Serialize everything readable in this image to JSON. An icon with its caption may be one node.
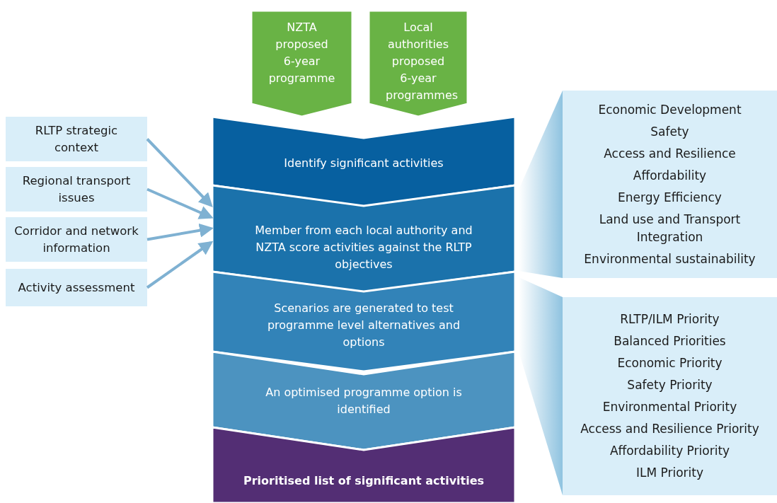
{
  "diagram": {
    "nodes": [
      {
        "text": [
          "NZTA proposed 6-year programme"
        ]
      },
      {
        "text": [
          "Local authorities proposed 6-year programmes"
        ]
      },
      {
        "text": [
          "RLTP strategic context"
        ]
      },
      {
        "text": [
          "Regional transport issues"
        ]
      },
      {
        "text": [
          "Corridor and network information"
        ]
      },
      {
        "text": [
          "Activity assessment"
        ]
      },
      {
        "text": [
          "Identify significant activities"
        ]
      },
      {
        "text": [
          "Member from each local authority and NZTA score activities against the RLTP objectives"
        ]
      },
      {
        "text": [
          "Scenarios are generated to test programme level alternatives and options"
        ]
      },
      {
        "text": [
          "An optimised programme option is identified"
        ]
      },
      {
        "text": [
          "Prioritised list of significant activities"
        ]
      },
      {
        "text": [
          "Economic Development",
          "Safety",
          "Access and Resilience",
          "Affordability",
          "Energy Efficiency",
          "Land use and Transport Integration",
          "Environmental sustainability"
        ]
      },
      {
        "text": [
          "RLTP/ILM Priority",
          "Balanced Priorities",
          "Economic Priority",
          "Safety Priority",
          "Environmental Priority",
          "Access and Resilience Priority",
          "Affordability Priority",
          "ILM Priority"
        ]
      }
    ],
    "edges": [
      {
        "from": 2,
        "to": 7,
        "arrow": "to"
      },
      {
        "from": 3,
        "to": 7,
        "arrow": "to"
      },
      {
        "from": 4,
        "to": 7,
        "arrow": "to"
      },
      {
        "from": 5,
        "to": 7,
        "arrow": "to"
      }
    ]
  }
}
